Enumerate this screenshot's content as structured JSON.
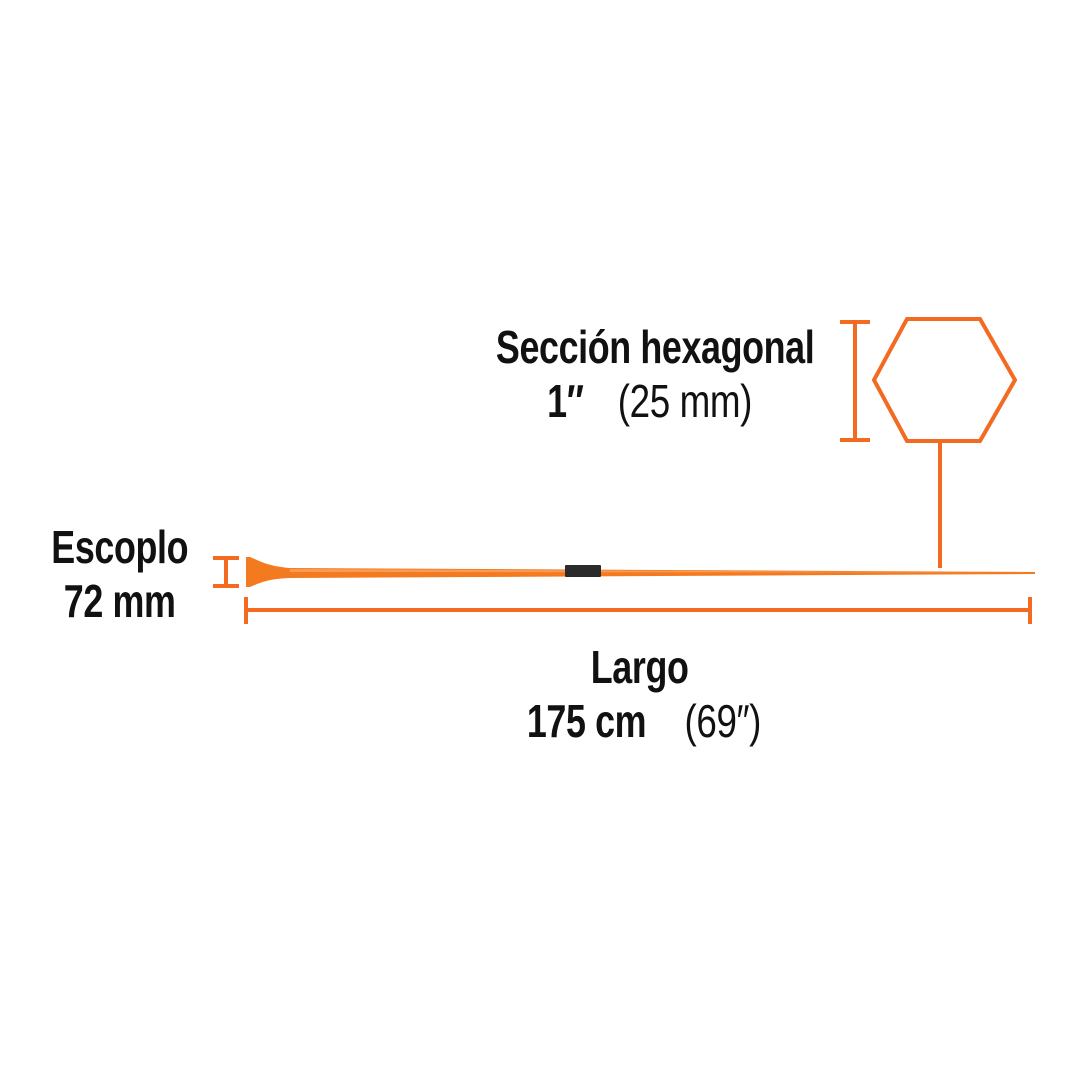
{
  "hex_section": {
    "title": "Sección hexagonal",
    "size_bold": "1″",
    "size_light": "(25 mm)"
  },
  "chisel": {
    "title": "Escoplo",
    "size": "72 mm"
  },
  "length": {
    "title": "Largo",
    "size_bold": "175 cm",
    "size_light": "(69″)"
  },
  "colors": {
    "accent": "#f26b21",
    "bar": "#f47a20",
    "text": "#111111"
  },
  "icons": [
    "hexagon-outline",
    "dimension-bracket"
  ]
}
